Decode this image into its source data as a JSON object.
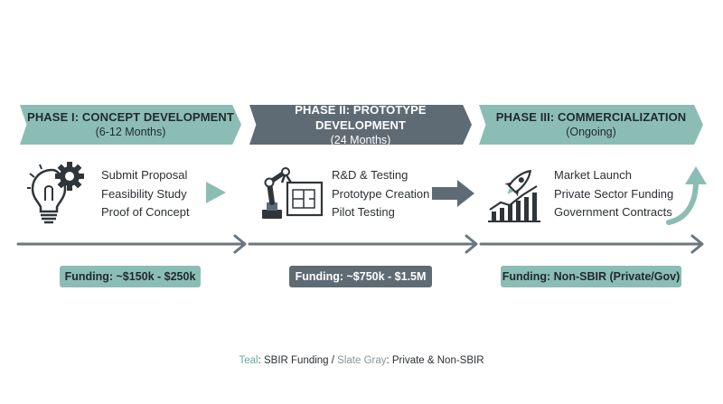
{
  "phases": [
    {
      "title": "PHASE I: CONCEPT DEVELOPMENT",
      "duration": "(6-12 Months)",
      "items": [
        "Submit Proposal",
        "Feasibility Study",
        "Proof of Concept"
      ],
      "funding": "Funding: ~$150k - $250k",
      "icon": "lightbulb-gear-icon"
    },
    {
      "title": "PHASE II: PROTOTYPE DEVELOPMENT",
      "duration": "(24 Months)",
      "items": [
        "R&D & Testing",
        "Prototype Creation",
        "Pilot Testing"
      ],
      "funding": "Funding: ~$750k - $1.5M",
      "icon": "robot-arm-blueprint-icon"
    },
    {
      "title": "PHASE III: COMMERCIALIZATION",
      "duration": "(Ongoing)",
      "items": [
        "Market Launch",
        "Private Sector Funding",
        "Government Contracts"
      ],
      "funding": "Funding: Non-SBIR (Private/Gov)",
      "icon": "rocket-growth-chart-icon"
    }
  ],
  "legend": {
    "teal_word": "Teal",
    "teal_text": ": SBIR Funding / ",
    "slate_word": "Slate Gray",
    "slate_text": ": Private & Non-SBIR"
  },
  "colors": {
    "teal": "#8cbdb4",
    "slate": "#5f6b74",
    "timeline": "#6b767e"
  }
}
